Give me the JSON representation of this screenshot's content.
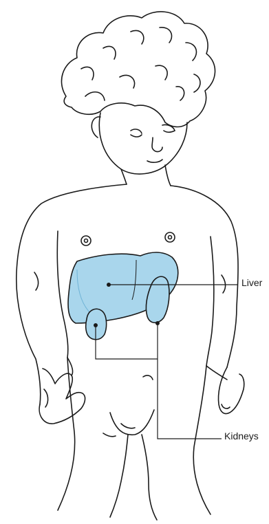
{
  "labels": {
    "liver": "Liver",
    "kidneys": "Kidneys"
  },
  "colors": {
    "organ_fill": "#a9d6ec",
    "organ_shadow": "#6fb3d6",
    "outline": "#1a1a1a",
    "background": "#ffffff"
  },
  "illustration": {
    "subject": "child-body-outline",
    "organs": [
      "liver",
      "kidney-left",
      "kidney-right"
    ]
  }
}
